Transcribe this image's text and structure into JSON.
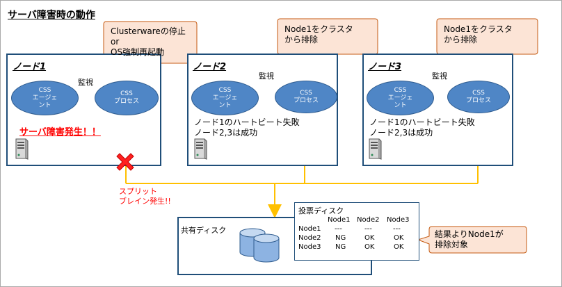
{
  "title": "サーバ障害時の動作",
  "nodes": [
    {
      "label": "ノード1",
      "agent": [
        "CSS",
        "エージェ",
        "ント"
      ],
      "process": [
        "CSS",
        "プロセス"
      ],
      "monitor": "監視"
    },
    {
      "label": "ノード2",
      "agent": [
        "CSS",
        "エージェ",
        "ント"
      ],
      "process": [
        "CSS",
        "プロセス"
      ],
      "monitor": "監視",
      "status": [
        "ノード1のハートビート失敗",
        "ノード2,3は成功"
      ]
    },
    {
      "label": "ノード3",
      "agent": [
        "CSS",
        "エージェ",
        "ント"
      ],
      "process": [
        "CSS",
        "プロセス"
      ],
      "monitor": "監視",
      "status": [
        "ノード1のハートビート失敗",
        "ノード2,3は成功"
      ]
    }
  ],
  "failure": "サーバ障害発生！！",
  "split_brain": [
    "スプリット",
    "ブレイン発生!!"
  ],
  "callouts": {
    "node1": [
      "Clusterwareの停止",
      "or",
      "OS強制再起動"
    ],
    "node2": [
      "Node1をクラスタ",
      "から排除"
    ],
    "node3": [
      "Node1をクラスタ",
      "から排除"
    ],
    "result": [
      "結果よりNode1が",
      "排除対象"
    ]
  },
  "shared_disk": {
    "label": "共有ディスク"
  },
  "voting_disk": {
    "title": "投票ディスク",
    "columns": [
      "Node1",
      "Node2",
      "Node3"
    ],
    "rows": [
      {
        "label": "Node1",
        "values": [
          "---",
          "---",
          "---"
        ]
      },
      {
        "label": "Node2",
        "values": [
          "NG",
          "OK",
          "OK"
        ]
      },
      {
        "label": "Node3",
        "values": [
          "NG",
          "OK",
          "OK"
        ]
      }
    ]
  },
  "colors": {
    "node_border": "#1f4e79",
    "ellipse_fill": "#4f86c6",
    "callout_fill": "#fce4d6",
    "callout_border": "#c55a11",
    "orange_arrow": "#ed7d31",
    "yellow_line": "#ffc000",
    "failure_red": "#ff0000"
  },
  "icons": [
    "server-icon",
    "cross-icon",
    "disk-icon"
  ]
}
